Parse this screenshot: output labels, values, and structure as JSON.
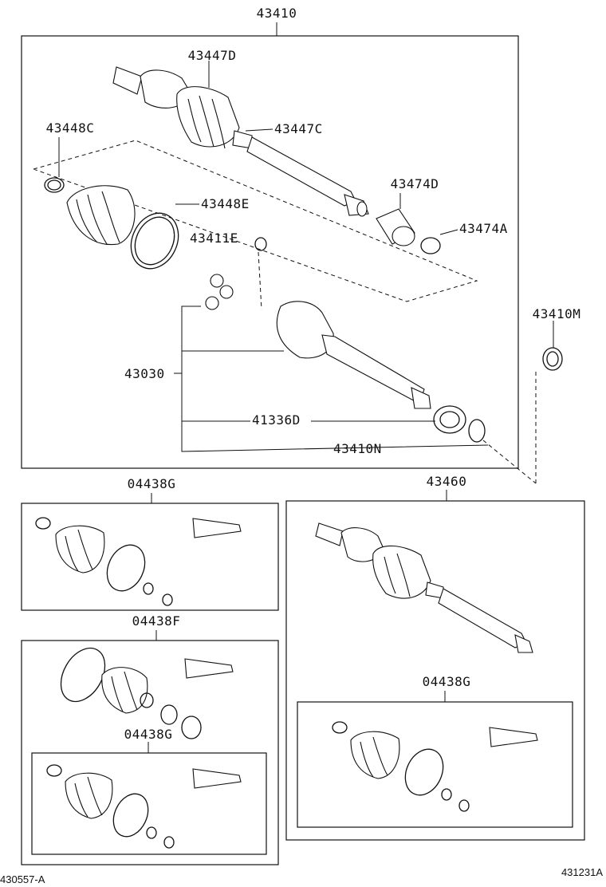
{
  "diagram": {
    "part_numbers": {
      "drive_shaft_assy": "43410",
      "outboard_boot": "43447D",
      "inboard_boot_small": "43447C",
      "boot_clamp_small": "43448C",
      "boot_clamp_large": "43448E",
      "snap_ring": "43411E",
      "damper": "43474D",
      "damper_clamp": "43474A",
      "inboard_joint": "43030",
      "bearing": "41336D",
      "hole_snap_ring": "43410N",
      "oil_seal": "43410M",
      "boot_kit_g": "04438G",
      "boot_kit_f": "04438F",
      "boot_kit_g_nested": "04438G",
      "shaft_assy_other": "43460",
      "boot_kit_g_right": "04438G"
    },
    "footer": {
      "left_code": "430557-A",
      "right_code": "431231A"
    }
  }
}
